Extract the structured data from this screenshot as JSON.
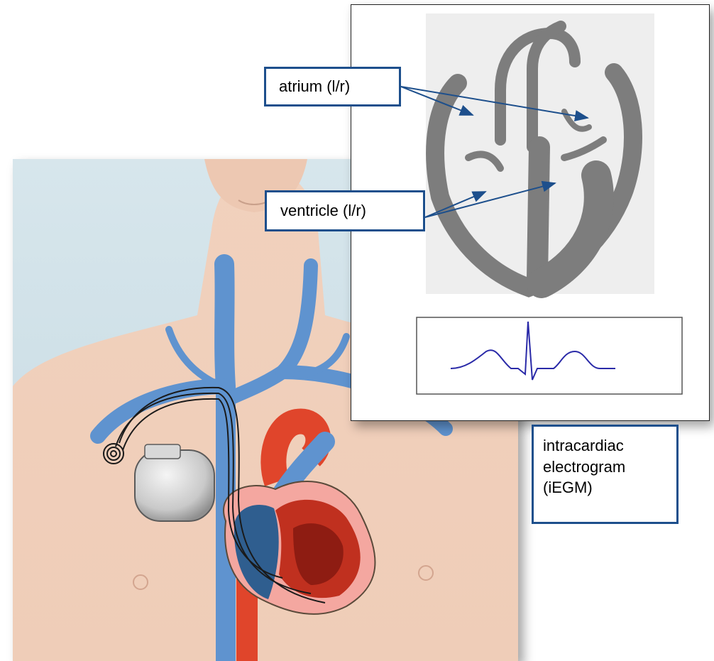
{
  "labels": {
    "atrium": "atrium (l/r)",
    "ventricle": "ventricle (l/r)",
    "iegm_line1": "intracardiac",
    "iegm_line2": "electrogram",
    "iegm_line3": "(iEGM)"
  },
  "colors": {
    "label_border": "#1d4f8c",
    "arrow": "#1d4f8c",
    "ecg_trace": "#2a2aa8",
    "skin": "#f2d2be",
    "vein": "#5f93cf",
    "artery": "#e0452b",
    "background_blue": "#cfe0e8"
  },
  "icons": {
    "pacemaker": "pacemaker-device-icon",
    "heart": "heart-cross-section-icon"
  }
}
